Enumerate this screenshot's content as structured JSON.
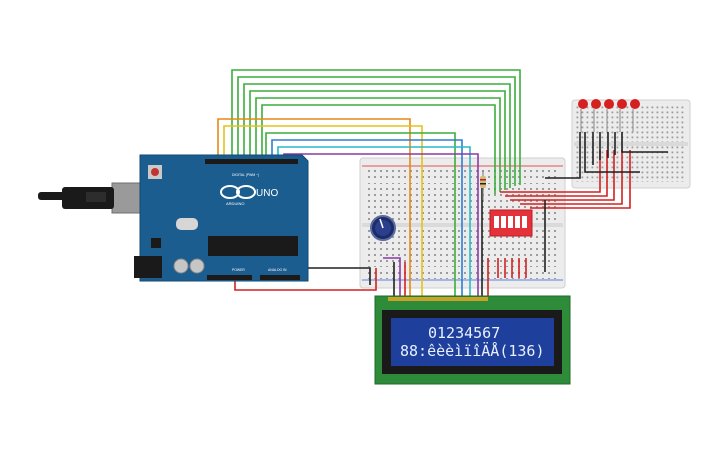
{
  "arduino": {
    "brand": "ARDUINO",
    "model": "UNO",
    "label_digital": "DIGITAL (PWM ~)",
    "label_power": "POWER",
    "label_analog": "ANALOG IN"
  },
  "lcd": {
    "line1": "01234567",
    "line2": "88:êèèìïîÄÅ(136)"
  },
  "colors": {
    "board_blue": "#1b5d8f",
    "breadboard": "#e9e9e9",
    "lcd_pcb": "#2e8b3a",
    "lcd_screen": "#1f3f9c",
    "dip_switch": "#e5313a",
    "led_red": "#d61f1f",
    "wire_black": "#202020",
    "wire_red": "#d42020",
    "wire_green": "#3cae3c",
    "wire_orange": "#e58a14",
    "wire_yellow": "#e5c21a",
    "wire_blue": "#2b7fd4",
    "wire_cyan": "#2bb7c9",
    "wire_purple": "#8a3aa8"
  }
}
